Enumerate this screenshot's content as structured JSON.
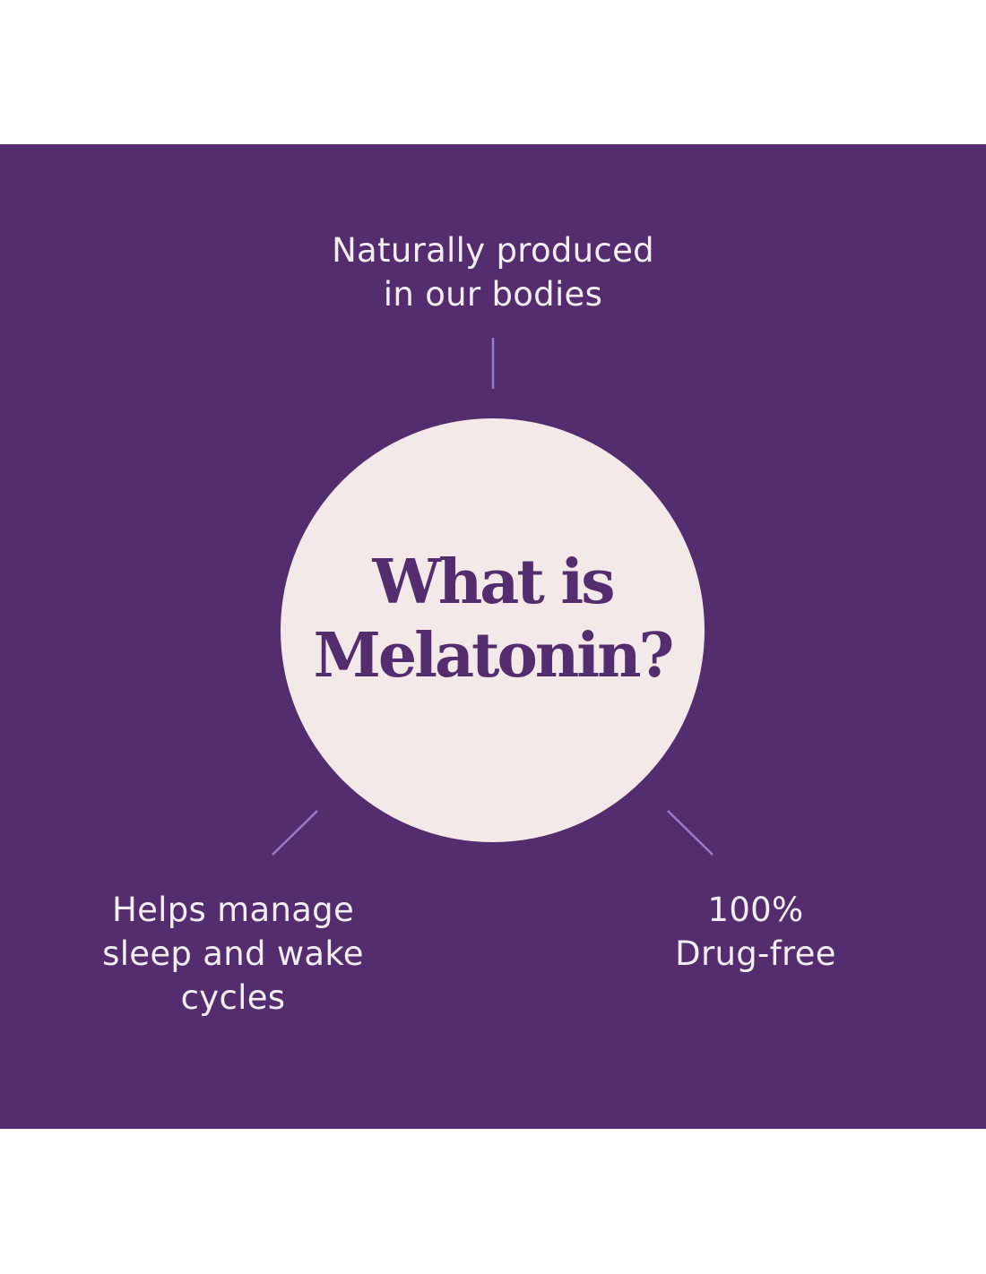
{
  "colors": {
    "background": "#532d6d",
    "circle": "#f3e9e8",
    "title_text": "#532d6d",
    "caption_text": "#f4eef2",
    "connector_line": "#9a7bc8"
  },
  "center": {
    "title_line1": "What is",
    "title_line2": "Melatonin?"
  },
  "facts": {
    "top": {
      "line1": "Naturally produced",
      "line2": "in our bodies"
    },
    "left": {
      "line1": "Helps manage",
      "line2": "sleep and wake",
      "line3": "cycles"
    },
    "right": {
      "line1": "100%",
      "line2": "Drug-free"
    }
  }
}
